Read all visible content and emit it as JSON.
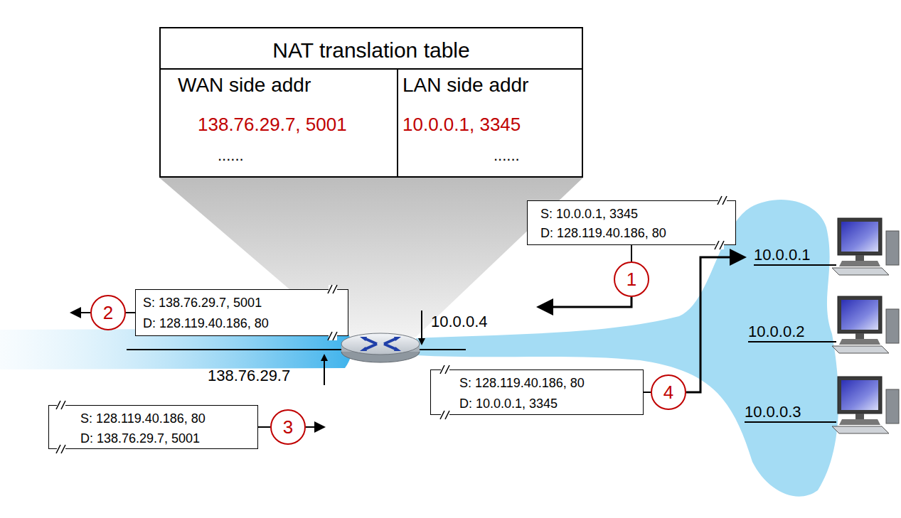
{
  "diagram": {
    "nodes": [
      {
        "text": [
          "NAT translation table",
          "WAN side addr",
          "LAN side addr",
          "138.76.29.7, 5001",
          "10.0.0.1, 3345",
          "......",
          "......"
        ]
      },
      {
        "text": [
          "S: 10.0.0.1, 3345",
          "D: 128.119.40.186, 80"
        ]
      },
      {
        "text": [
          "1"
        ]
      },
      {
        "text": [
          "S: 138.76.29.7, 5001",
          "D: 128.119.40.186, 80"
        ]
      },
      {
        "text": [
          "2"
        ]
      },
      {
        "text": [
          "S: 128.119.40.186, 80",
          "D: 10.0.0.1, 3345"
        ]
      },
      {
        "text": [
          "4"
        ]
      },
      {
        "text": [
          "S: 128.119.40.186, 80",
          "D: 138.76.29.7, 5001"
        ]
      },
      {
        "text": [
          "3"
        ]
      }
    ],
    "edges": [
      {
        "from": 1,
        "to": 2,
        "arrow": "none"
      },
      {
        "from": 3,
        "to": 4,
        "arrow": "none"
      },
      {
        "from": 5,
        "to": 6,
        "arrow": "none"
      },
      {
        "from": 7,
        "to": 8,
        "arrow": "none"
      }
    ],
    "labels": [
      "10.0.0.1",
      "10.0.0.2",
      "10.0.0.3",
      "10.0.0.4",
      "138.76.29.7"
    ]
  }
}
